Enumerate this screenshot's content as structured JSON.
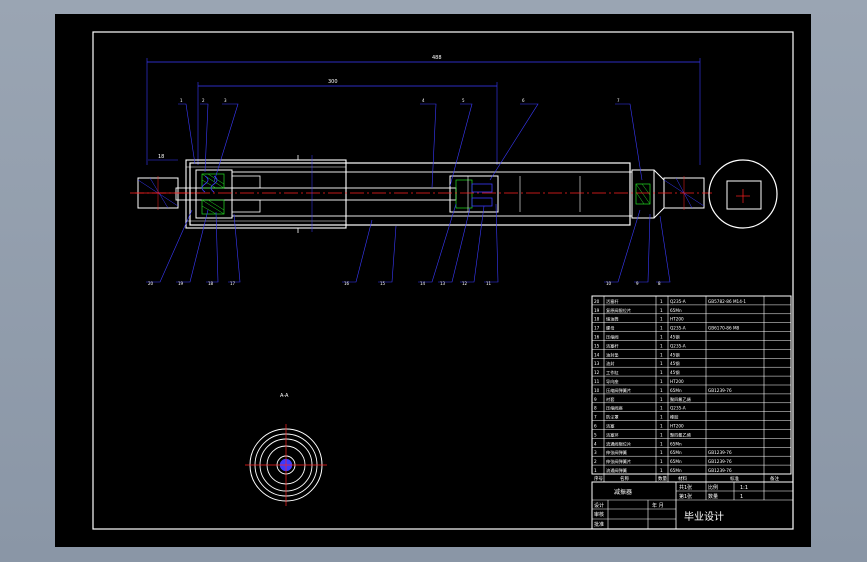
{
  "drawing": {
    "dim_overall": "488",
    "dim_stroke": "300",
    "dim_left": "18",
    "section_label": "A-A"
  },
  "parts_table": {
    "rows": [
      {
        "no": "20",
        "name": "活塞杆",
        "qty": "1",
        "material": "Q235-A",
        "standard": "GB5782-86 M14-1"
      },
      {
        "no": "19",
        "name": "复原阀限位片",
        "qty": "1",
        "material": "65Mn",
        "standard": ""
      },
      {
        "no": "18",
        "name": "储油筒",
        "qty": "1",
        "material": "HT200",
        "standard": ""
      },
      {
        "no": "17",
        "name": "螺母",
        "qty": "1",
        "material": "Q235-A",
        "standard": "GB6170-86 M8"
      },
      {
        "no": "16",
        "name": "压缩阀",
        "qty": "1",
        "material": "45钢",
        "standard": ""
      },
      {
        "no": "15",
        "name": "活塞杆",
        "qty": "1",
        "material": "Q235-A",
        "standard": ""
      },
      {
        "no": "14",
        "name": "油封垫",
        "qty": "1",
        "material": "45钢",
        "standard": ""
      },
      {
        "no": "13",
        "name": "油封",
        "qty": "1",
        "material": "45钢",
        "standard": ""
      },
      {
        "no": "12",
        "name": "工作缸",
        "qty": "1",
        "material": "45钢",
        "standard": ""
      },
      {
        "no": "11",
        "name": "导向座",
        "qty": "1",
        "material": "HT200",
        "standard": ""
      },
      {
        "no": "10",
        "name": "压缩阀弹簧片",
        "qty": "1",
        "material": "65Mn",
        "standard": "GB1239-76"
      },
      {
        "no": "9",
        "name": "衬套",
        "qty": "1",
        "material": "聚四氟乙烯",
        "standard": ""
      },
      {
        "no": "8",
        "name": "压缩阀座",
        "qty": "1",
        "material": "Q235-A",
        "standard": ""
      },
      {
        "no": "7",
        "name": "防尘罩",
        "qty": "1",
        "material": "橡胶",
        "standard": ""
      },
      {
        "no": "6",
        "name": "活塞",
        "qty": "1",
        "material": "HT200",
        "standard": ""
      },
      {
        "no": "5",
        "name": "活塞环",
        "qty": "1",
        "material": "聚四氟乙烯",
        "standard": ""
      },
      {
        "no": "4",
        "name": "流通阀限位片",
        "qty": "1",
        "material": "65Mn",
        "standard": ""
      },
      {
        "no": "3",
        "name": "伸张阀弹簧",
        "qty": "1",
        "material": "65Mn",
        "standard": "GB1239-76"
      },
      {
        "no": "2",
        "name": "伸张阀弹簧片",
        "qty": "1",
        "material": "65Mn",
        "standard": "GB1239-76"
      },
      {
        "no": "1",
        "name": "流通阀弹簧",
        "qty": "1",
        "material": "65Mn",
        "standard": "GB1239-76"
      }
    ],
    "header": {
      "no": "序号",
      "name": "名称",
      "qty": "数量",
      "material": "材料",
      "standard": "标准",
      "remark": "备注"
    }
  },
  "title_block": {
    "drawing_name": "减振器",
    "project": "毕业设计",
    "scale_label": "比例",
    "scale_value": "1:1",
    "sheet_label": "共1张",
    "sheet_label2": "第1张",
    "qty_label": "数量",
    "qty_value": "1",
    "designer_label": "设计",
    "checker_label": "审核",
    "approver_label": "批准",
    "date_label": "年 月"
  },
  "colors": {
    "frame": "#ffffff",
    "line": "#2a2aff",
    "center": "#ff2020",
    "hatch": "#00d000",
    "body": "#ffffff"
  }
}
